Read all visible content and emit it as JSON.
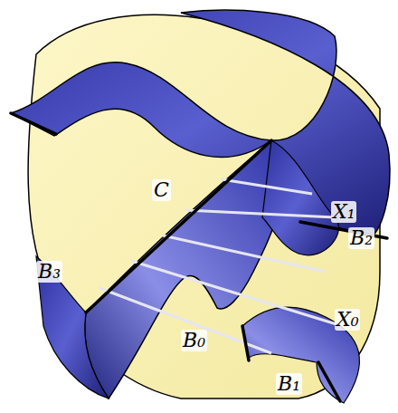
{
  "diagram": {
    "labels": [
      "C",
      "B₃",
      "B₀",
      "B₁",
      "B₂",
      "X₁",
      "X₀"
    ]
  }
}
